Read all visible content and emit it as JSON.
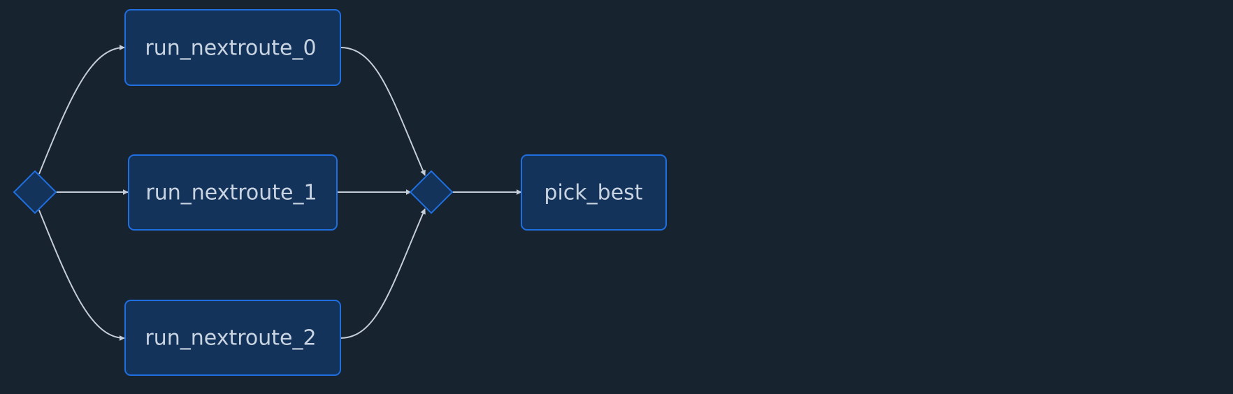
{
  "diagram": {
    "nodes": {
      "fork": {
        "shape": "diamond",
        "icon": "fork-diamond"
      },
      "run0": {
        "label": "run_nextroute_0"
      },
      "run1": {
        "label": "run_nextroute_1"
      },
      "run2": {
        "label": "run_nextroute_2"
      },
      "join": {
        "shape": "diamond",
        "icon": "join-diamond"
      },
      "pick": {
        "label": "pick_best"
      }
    },
    "edges": [
      {
        "from": "fork",
        "to": "run0"
      },
      {
        "from": "fork",
        "to": "run1"
      },
      {
        "from": "fork",
        "to": "run2"
      },
      {
        "from": "run0",
        "to": "join"
      },
      {
        "from": "run1",
        "to": "join"
      },
      {
        "from": "run2",
        "to": "join"
      },
      {
        "from": "join",
        "to": "pick"
      }
    ],
    "colors": {
      "background": "#17232f",
      "node_fill": "#14335a",
      "node_border": "#1f6fe0",
      "edge": "#c4cdd8",
      "label": "#c9d4e2"
    }
  }
}
